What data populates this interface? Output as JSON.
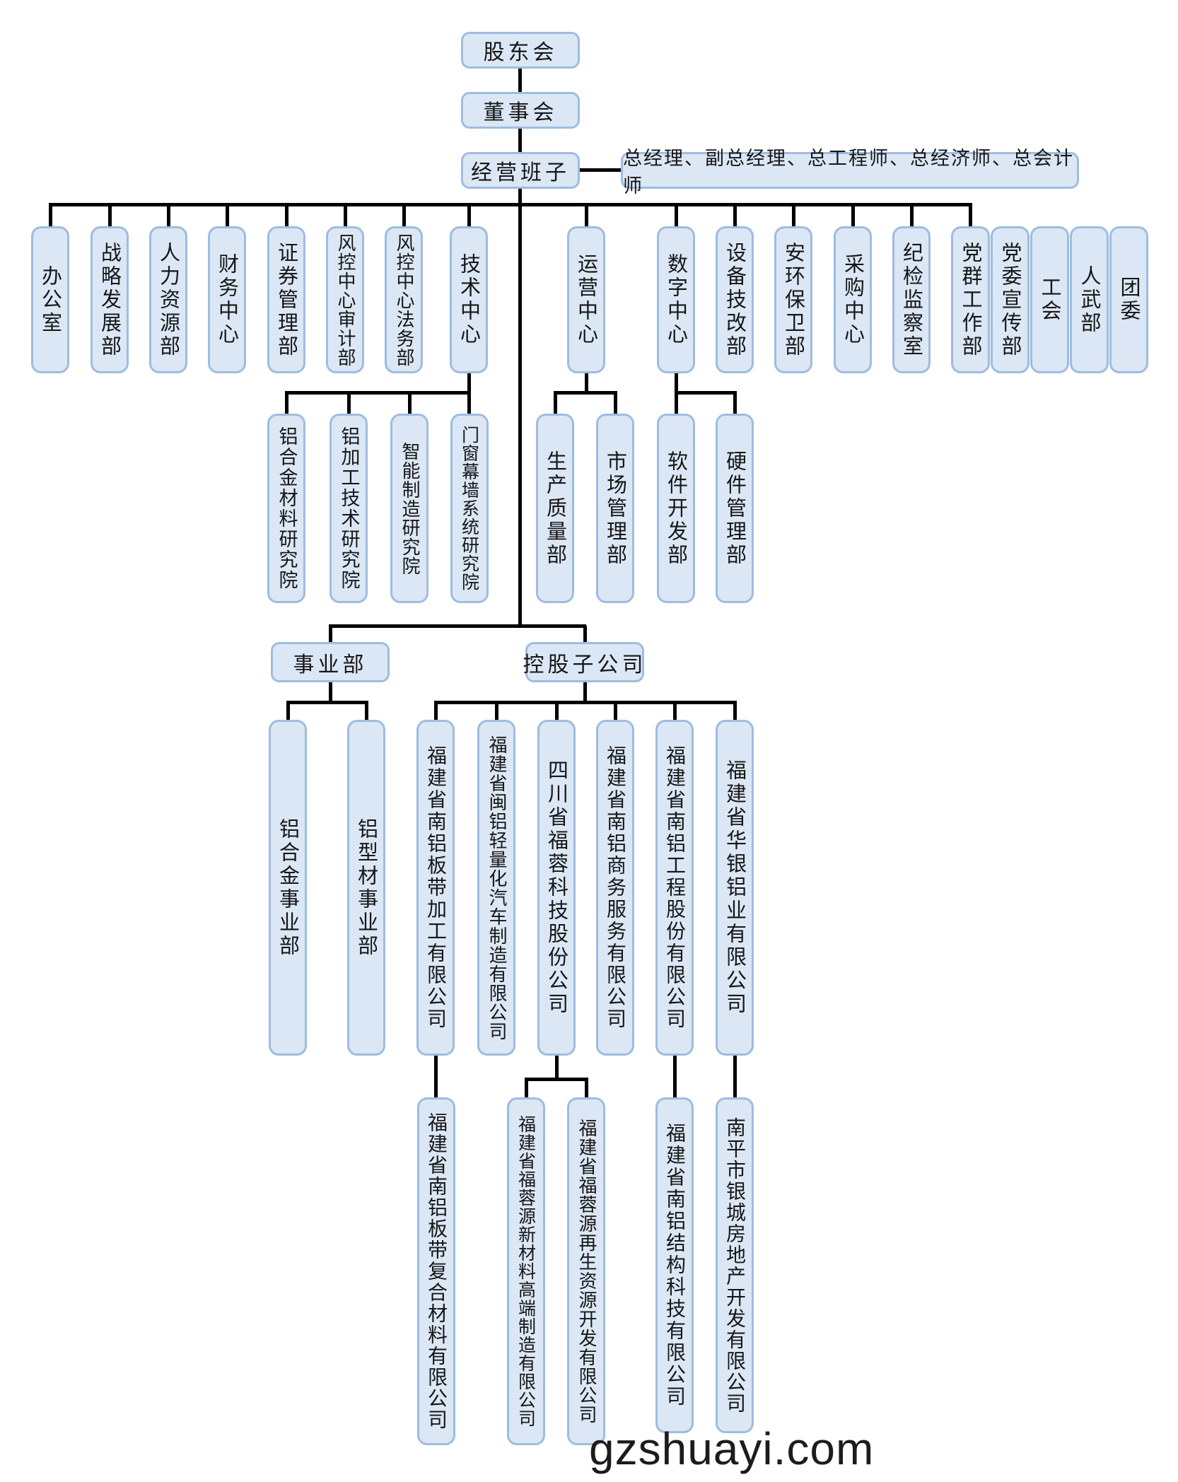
{
  "watermark": "gzshuayi.com",
  "colors": {
    "box_fill": "#dbe7f5",
    "box_border": "#9fbcdf",
    "connector_line": "#000000",
    "text": "#161616",
    "watermark_text": "#1c1c1c"
  },
  "chart": {
    "type": "org-chart",
    "root": {
      "shareholders": "股东会",
      "board": "董事会",
      "management": "经营班子",
      "executives": "总经理、副总经理、总工程师、总经济师、总会计师"
    },
    "departments": [
      "办公室",
      "战略发展部",
      "人力资源部",
      "财务中心",
      "证券管理部",
      "风控中心审计部",
      "风控中心法务部",
      "技术中心",
      "运营中心",
      "数字中心",
      "设备技改部",
      "安环保卫部",
      "采购中心",
      "纪检监察室",
      "党群工作部",
      "党委宣传部",
      "工会",
      "人武部",
      "团委"
    ],
    "tech_center_institutes": [
      "铝合金材料研究院",
      "铝加工技术研究院",
      "智能制造研究院",
      "门窗幕墙系统研究院"
    ],
    "operations_center_departments": [
      "生产质量部",
      "市场管理部"
    ],
    "digital_center_departments": [
      "软件开发部",
      "硬件管理部"
    ],
    "groups": {
      "divisions": "事业部",
      "holding": "控股子公司"
    },
    "divisions": [
      "铝合金事业部",
      "铝型材事业部"
    ],
    "subsidiaries": [
      "福建省南铝板带加工有限公司",
      "福建省闽铝轻量化汽车制造有限公司",
      "四川省福蓉科技股份公司",
      "福建省南铝商务服务有限公司",
      "福建省南铝工程股份有限公司",
      "福建省华银铝业有限公司"
    ],
    "second_tier_subsidiaries": [
      "福建省南铝板带复合材料有限公司",
      "福建省福蓉源新材料高端制造有限公司",
      "福建省福蓉源再生资源开发有限公司",
      "福建省南铝结构科技有限公司",
      "南平市银城房地产开发有限公司"
    ]
  }
}
